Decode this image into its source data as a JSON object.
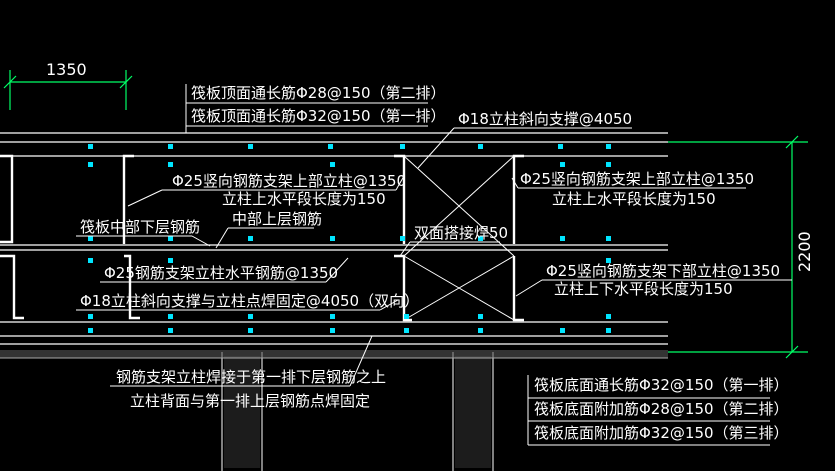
{
  "colors": {
    "background": "#000000",
    "rebar": "#ffffff",
    "rebar_points": "#00e5ff",
    "dimension": "#00ff66",
    "leader": "#ffffff"
  },
  "dimensions": {
    "spacing_top": "1350",
    "height_right": "2200"
  },
  "labels": {
    "top_bar_row2": "筏板顶面通长筋Φ28@150（第二排）",
    "top_bar_row1": "筏板顶面通长筋Φ32@150（第一排）",
    "diag_brace": "Φ18立柱斜向支撑@4050",
    "upper_post_left": "Φ25竖向钢筋支架上部立柱@1350",
    "upper_post_left_note": "立柱上水平段长度为150",
    "upper_post_right": "Φ25竖向钢筋支架上部立柱@1350",
    "upper_post_right_note": "立柱上水平段长度为150",
    "middle_lower": "筏板中部下层钢筋",
    "middle_upper": "中部上层钢筋",
    "double_weld": "双面搭接焊50",
    "horizontal_bar": "Φ25钢筋支架立柱水平钢筋@1350",
    "lower_post_right": "Φ25竖向钢筋支架下部立柱@1350",
    "lower_post_right_note": "立柱上下水平段长度为150",
    "brace_weld": "Φ18立柱斜向支撑与立柱点焊固定@4050（双向）",
    "post_weld_note": "钢筋支架立柱焊接于第一排下层钢筋之上",
    "post_back_note": "立柱背面与第一排上层钢筋点焊固定",
    "bottom_bar_row1": "筏板底面通长筋Φ32@150（第一排）",
    "bottom_bar_row2": "筏板底面附加筋Φ28@150（第二排）",
    "bottom_bar_row3": "筏板底面附加筋Φ32@150（第三排）"
  }
}
